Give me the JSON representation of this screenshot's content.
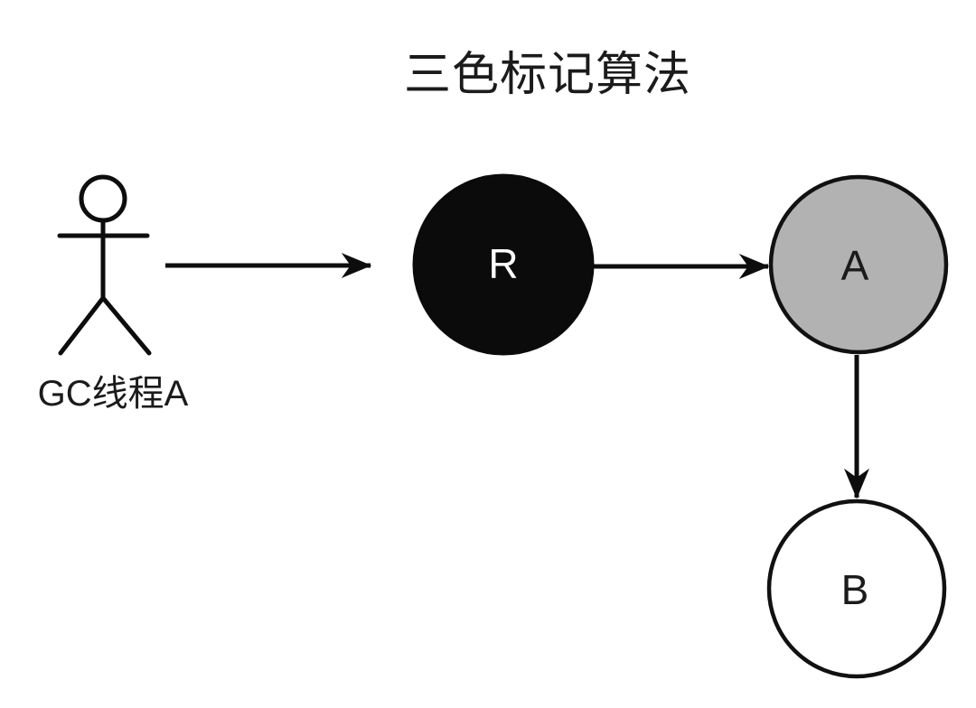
{
  "diagram": {
    "type": "flow-diagram",
    "title": "三色标记算法",
    "actor": {
      "label": "GC线程A",
      "shape": "stick-figure"
    },
    "nodes": {
      "r": {
        "label": "R",
        "fill": "#0b0b0b",
        "text_color": "#ffffff",
        "shape": "circle",
        "meaning": "black (marked) node"
      },
      "a": {
        "label": "A",
        "fill": "#b2b2b2",
        "text_color": "#1b1b1b",
        "shape": "circle",
        "meaning": "gray (in-progress) node"
      },
      "b": {
        "label": "B",
        "fill": "#ffffff",
        "text_color": "#1b1b1b",
        "shape": "circle",
        "meaning": "white (unmarked) node"
      }
    },
    "edges": [
      {
        "from": "GC线程A",
        "to": "R",
        "direction": "right"
      },
      {
        "from": "R",
        "to": "A",
        "direction": "right"
      },
      {
        "from": "A",
        "to": "B",
        "direction": "down"
      }
    ],
    "colors": {
      "background": "#ffffff",
      "line": "#0d0d0d",
      "node_black": "#0b0b0b",
      "node_gray": "#b2b2b2",
      "node_white": "#ffffff"
    }
  }
}
